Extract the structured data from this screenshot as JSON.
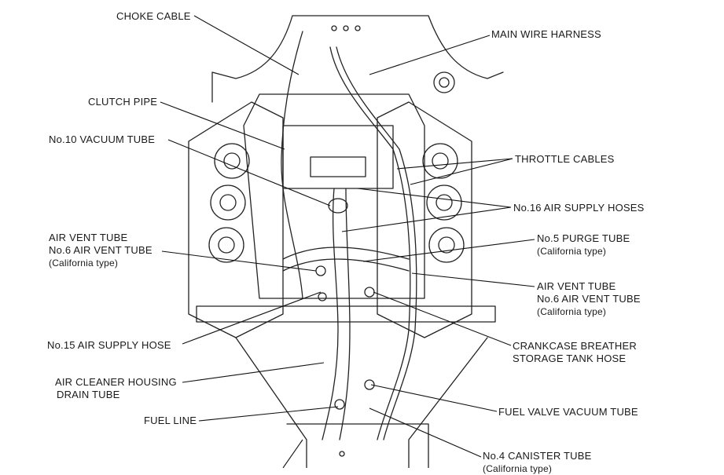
{
  "labels": {
    "choke_cable": "CHOKE CABLE",
    "main_wire_harness": "MAIN WIRE HARNESS",
    "clutch_pipe": "CLUTCH PIPE",
    "no10_vacuum_tube": "No.10 VACUUM TUBE",
    "throttle_cables": "THROTTLE CABLES",
    "no16_air_supply_hoses": "No.16 AIR SUPPLY HOSES",
    "air_vent_tube_left": "AIR VENT TUBE",
    "no6_air_vent_tube_left": "No.6 AIR VENT TUBE",
    "california_type_left": "(California type)",
    "no5_purge_tube": "No.5 PURGE TUBE",
    "california_type_purge": "(California type)",
    "air_vent_tube_right": "AIR VENT TUBE",
    "no6_air_vent_tube_right": "No.6 AIR VENT TUBE",
    "california_type_right": "(California type)",
    "no15_air_supply_hose": "No.15 AIR SUPPLY HOSE",
    "crankcase_breather_1": "CRANKCASE BREATHER",
    "crankcase_breather_2": "STORAGE TANK HOSE",
    "air_cleaner_housing_1": "AIR CLEANER HOUSING",
    "air_cleaner_housing_2": "DRAIN TUBE",
    "fuel_line": "FUEL LINE",
    "fuel_valve_vacuum_tube": "FUEL VALVE VACUUM TUBE",
    "no4_canister_tube": "No.4 CANISTER TUBE",
    "california_type_canister": "(California type)"
  }
}
